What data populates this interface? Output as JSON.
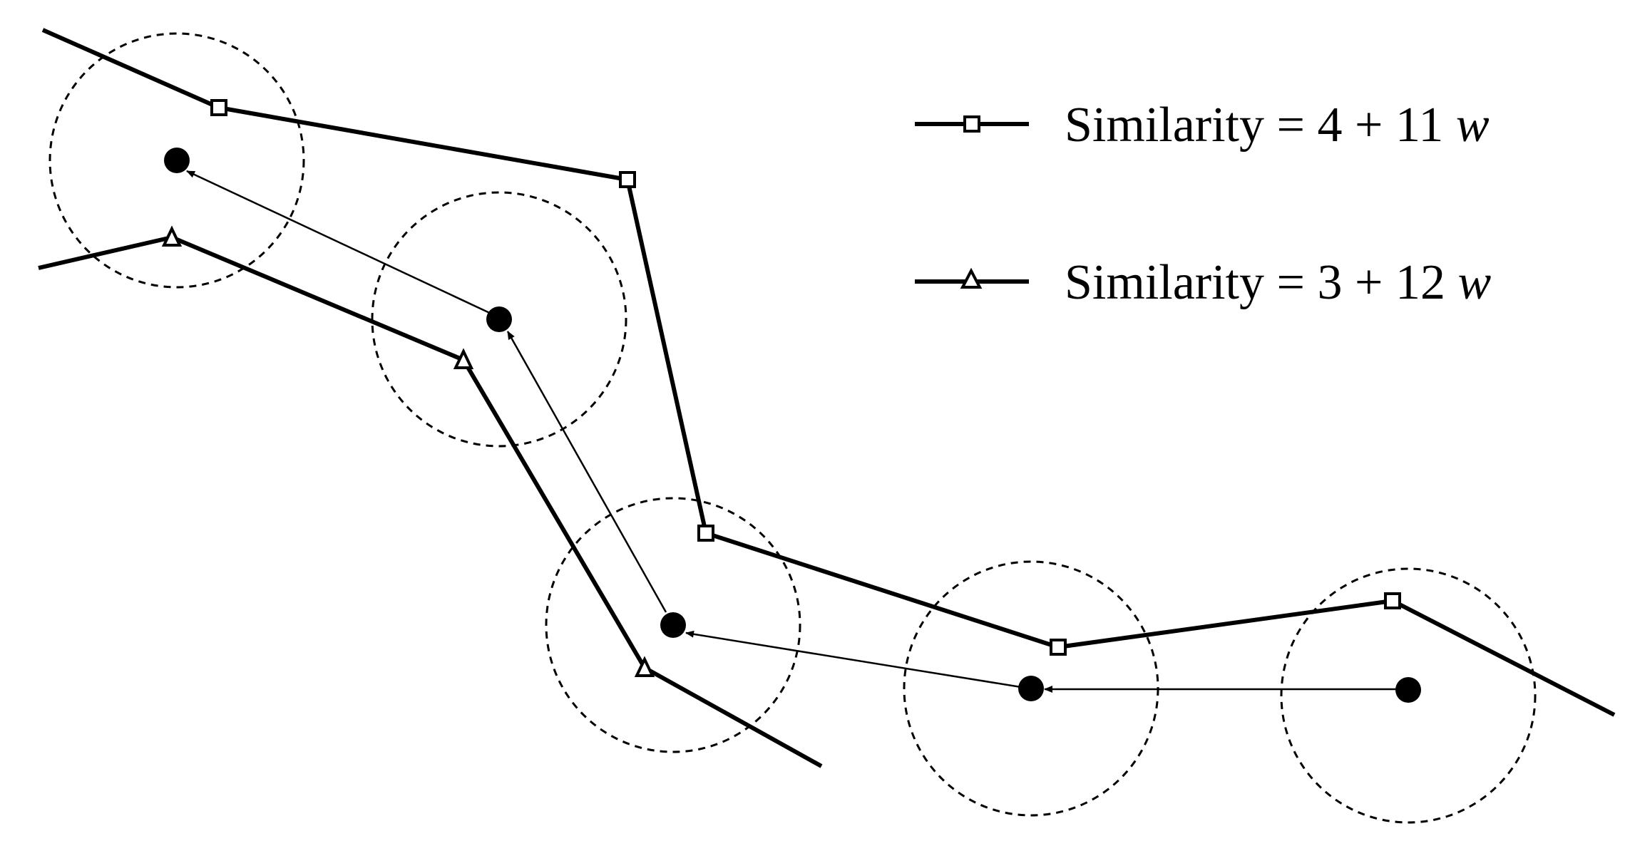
{
  "legend": {
    "items": [
      {
        "label": "Similarity = 4 + 11 ",
        "variable": "w",
        "marker": "square"
      },
      {
        "label": "Similarity = 3 + 12 ",
        "variable": "w",
        "marker": "triangle"
      }
    ]
  },
  "colors": {
    "line": "#000000",
    "circle": "#000000",
    "background": "#ffffff"
  }
}
